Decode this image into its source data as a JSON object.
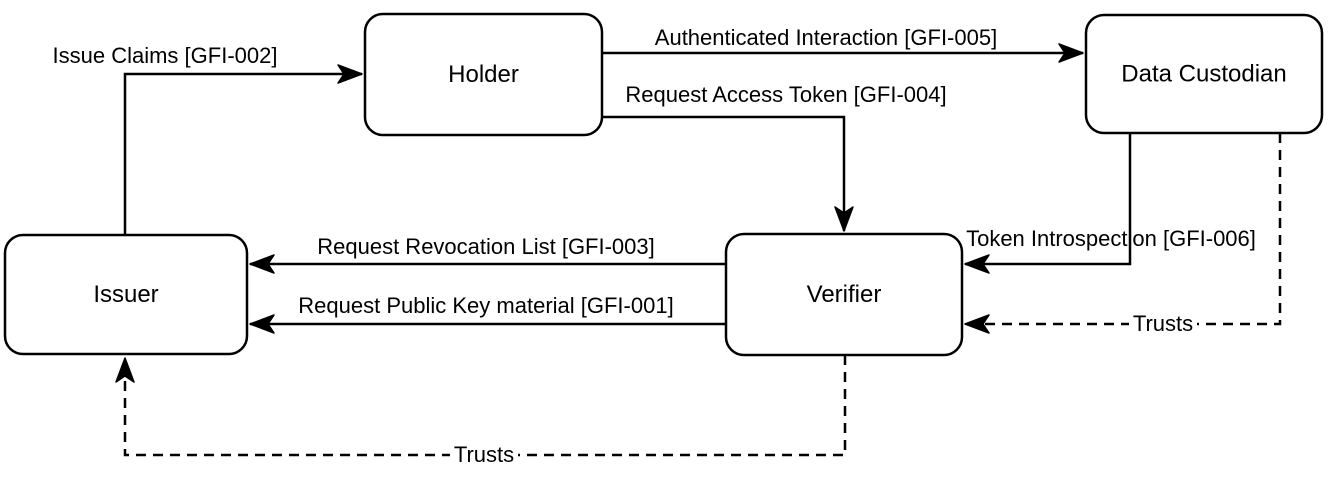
{
  "diagram": {
    "type": "entity-flow-diagram",
    "colors": {
      "stroke": "#000000",
      "node_fill": "#ffffff",
      "text": "#000000",
      "background": "#ffffff"
    },
    "nodes": {
      "issuer": {
        "label": "Issuer"
      },
      "holder": {
        "label": "Holder"
      },
      "verifier": {
        "label": "Verifier"
      },
      "data_custodian": {
        "label": "Data Custodian"
      }
    },
    "edges": {
      "issue_claims": {
        "label": "Issue Claims [GFI-002]",
        "from": "issuer",
        "to": "holder",
        "line": "solid"
      },
      "authenticated_interaction": {
        "label": "Authenticated Interaction [GFI-005]",
        "from": "holder",
        "to": "data_custodian",
        "line": "solid"
      },
      "request_access_token": {
        "label": "Request Access Token [GFI-004]",
        "from": "holder",
        "to": "verifier",
        "line": "solid"
      },
      "request_revocation_list": {
        "label": "Request Revocation List [GFI-003]",
        "from": "verifier",
        "to": "issuer",
        "line": "solid"
      },
      "request_public_key": {
        "label": "Request Public Key material [GFI-001]",
        "from": "verifier",
        "to": "issuer",
        "line": "solid"
      },
      "token_introspection": {
        "label": "Token Introspection [GFI-006]",
        "from": "data_custodian",
        "to": "verifier",
        "line": "solid"
      },
      "trusts_data_custodian_verifier": {
        "label": "Trusts",
        "from": "data_custodian",
        "to": "verifier",
        "line": "dashed"
      },
      "trusts_verifier_issuer": {
        "label": "Trusts",
        "from": "verifier",
        "to": "issuer",
        "line": "dashed"
      }
    }
  }
}
